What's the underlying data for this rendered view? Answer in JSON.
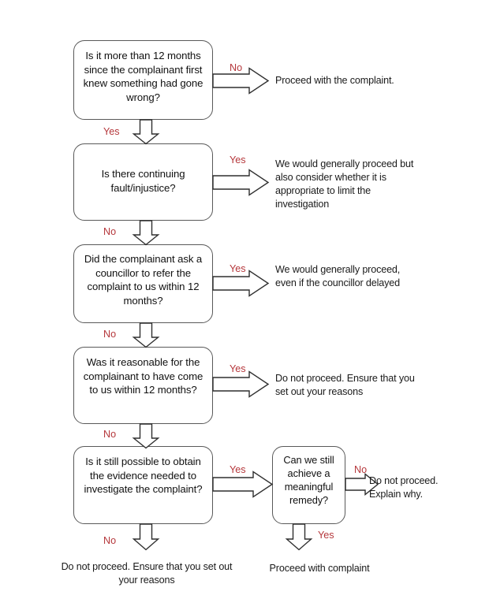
{
  "diagram": {
    "title": "Complaint time-limit decision flowchart",
    "accent_label_color": "#b5373b",
    "node_border_color": "#595959",
    "background_color": "#ffffff",
    "nodes": [
      {
        "id": "q1",
        "text": "Is it more than 12 months since the complainant first knew something had gone wrong?"
      },
      {
        "id": "q2",
        "text": "Is there continuing fault/injustice?"
      },
      {
        "id": "q3",
        "text": "Did the complainant ask a councillor to refer the complaint to us within 12 months?"
      },
      {
        "id": "q4",
        "text": "Was it reasonable for the complainant to have come to us within 12 months?"
      },
      {
        "id": "q5",
        "text": "Is it still possible to obtain the evidence needed to investigate the complaint?"
      },
      {
        "id": "q6",
        "text": "Can we still achieve a meaningful remedy?"
      }
    ],
    "outcomes": [
      {
        "id": "o1",
        "text": "Proceed with the complaint."
      },
      {
        "id": "o2",
        "text": "We would generally proceed but also consider whether it is appropriate to limit the investigation"
      },
      {
        "id": "o3",
        "text": "We would generally proceed, even if the councillor delayed"
      },
      {
        "id": "o4",
        "text": "Do not proceed.  Ensure that you set out your reasons"
      },
      {
        "id": "o5",
        "text": "Do not proceed. Explain why."
      },
      {
        "id": "o6",
        "text": "Do not proceed.  Ensure that you set out your reasons"
      },
      {
        "id": "o7",
        "text": "Proceed with complaint"
      }
    ],
    "edges": [
      {
        "id": "e1",
        "label": "No"
      },
      {
        "id": "e2",
        "label": "Yes"
      },
      {
        "id": "e3",
        "label": "Yes"
      },
      {
        "id": "e4",
        "label": "No"
      },
      {
        "id": "e5",
        "label": "Yes"
      },
      {
        "id": "e6",
        "label": "No"
      },
      {
        "id": "e7",
        "label": "Yes"
      },
      {
        "id": "e8",
        "label": "No"
      },
      {
        "id": "e9",
        "label": "Yes"
      },
      {
        "id": "e10",
        "label": "No"
      },
      {
        "id": "e11",
        "label": "No"
      },
      {
        "id": "e12",
        "label": "Yes"
      }
    ]
  }
}
